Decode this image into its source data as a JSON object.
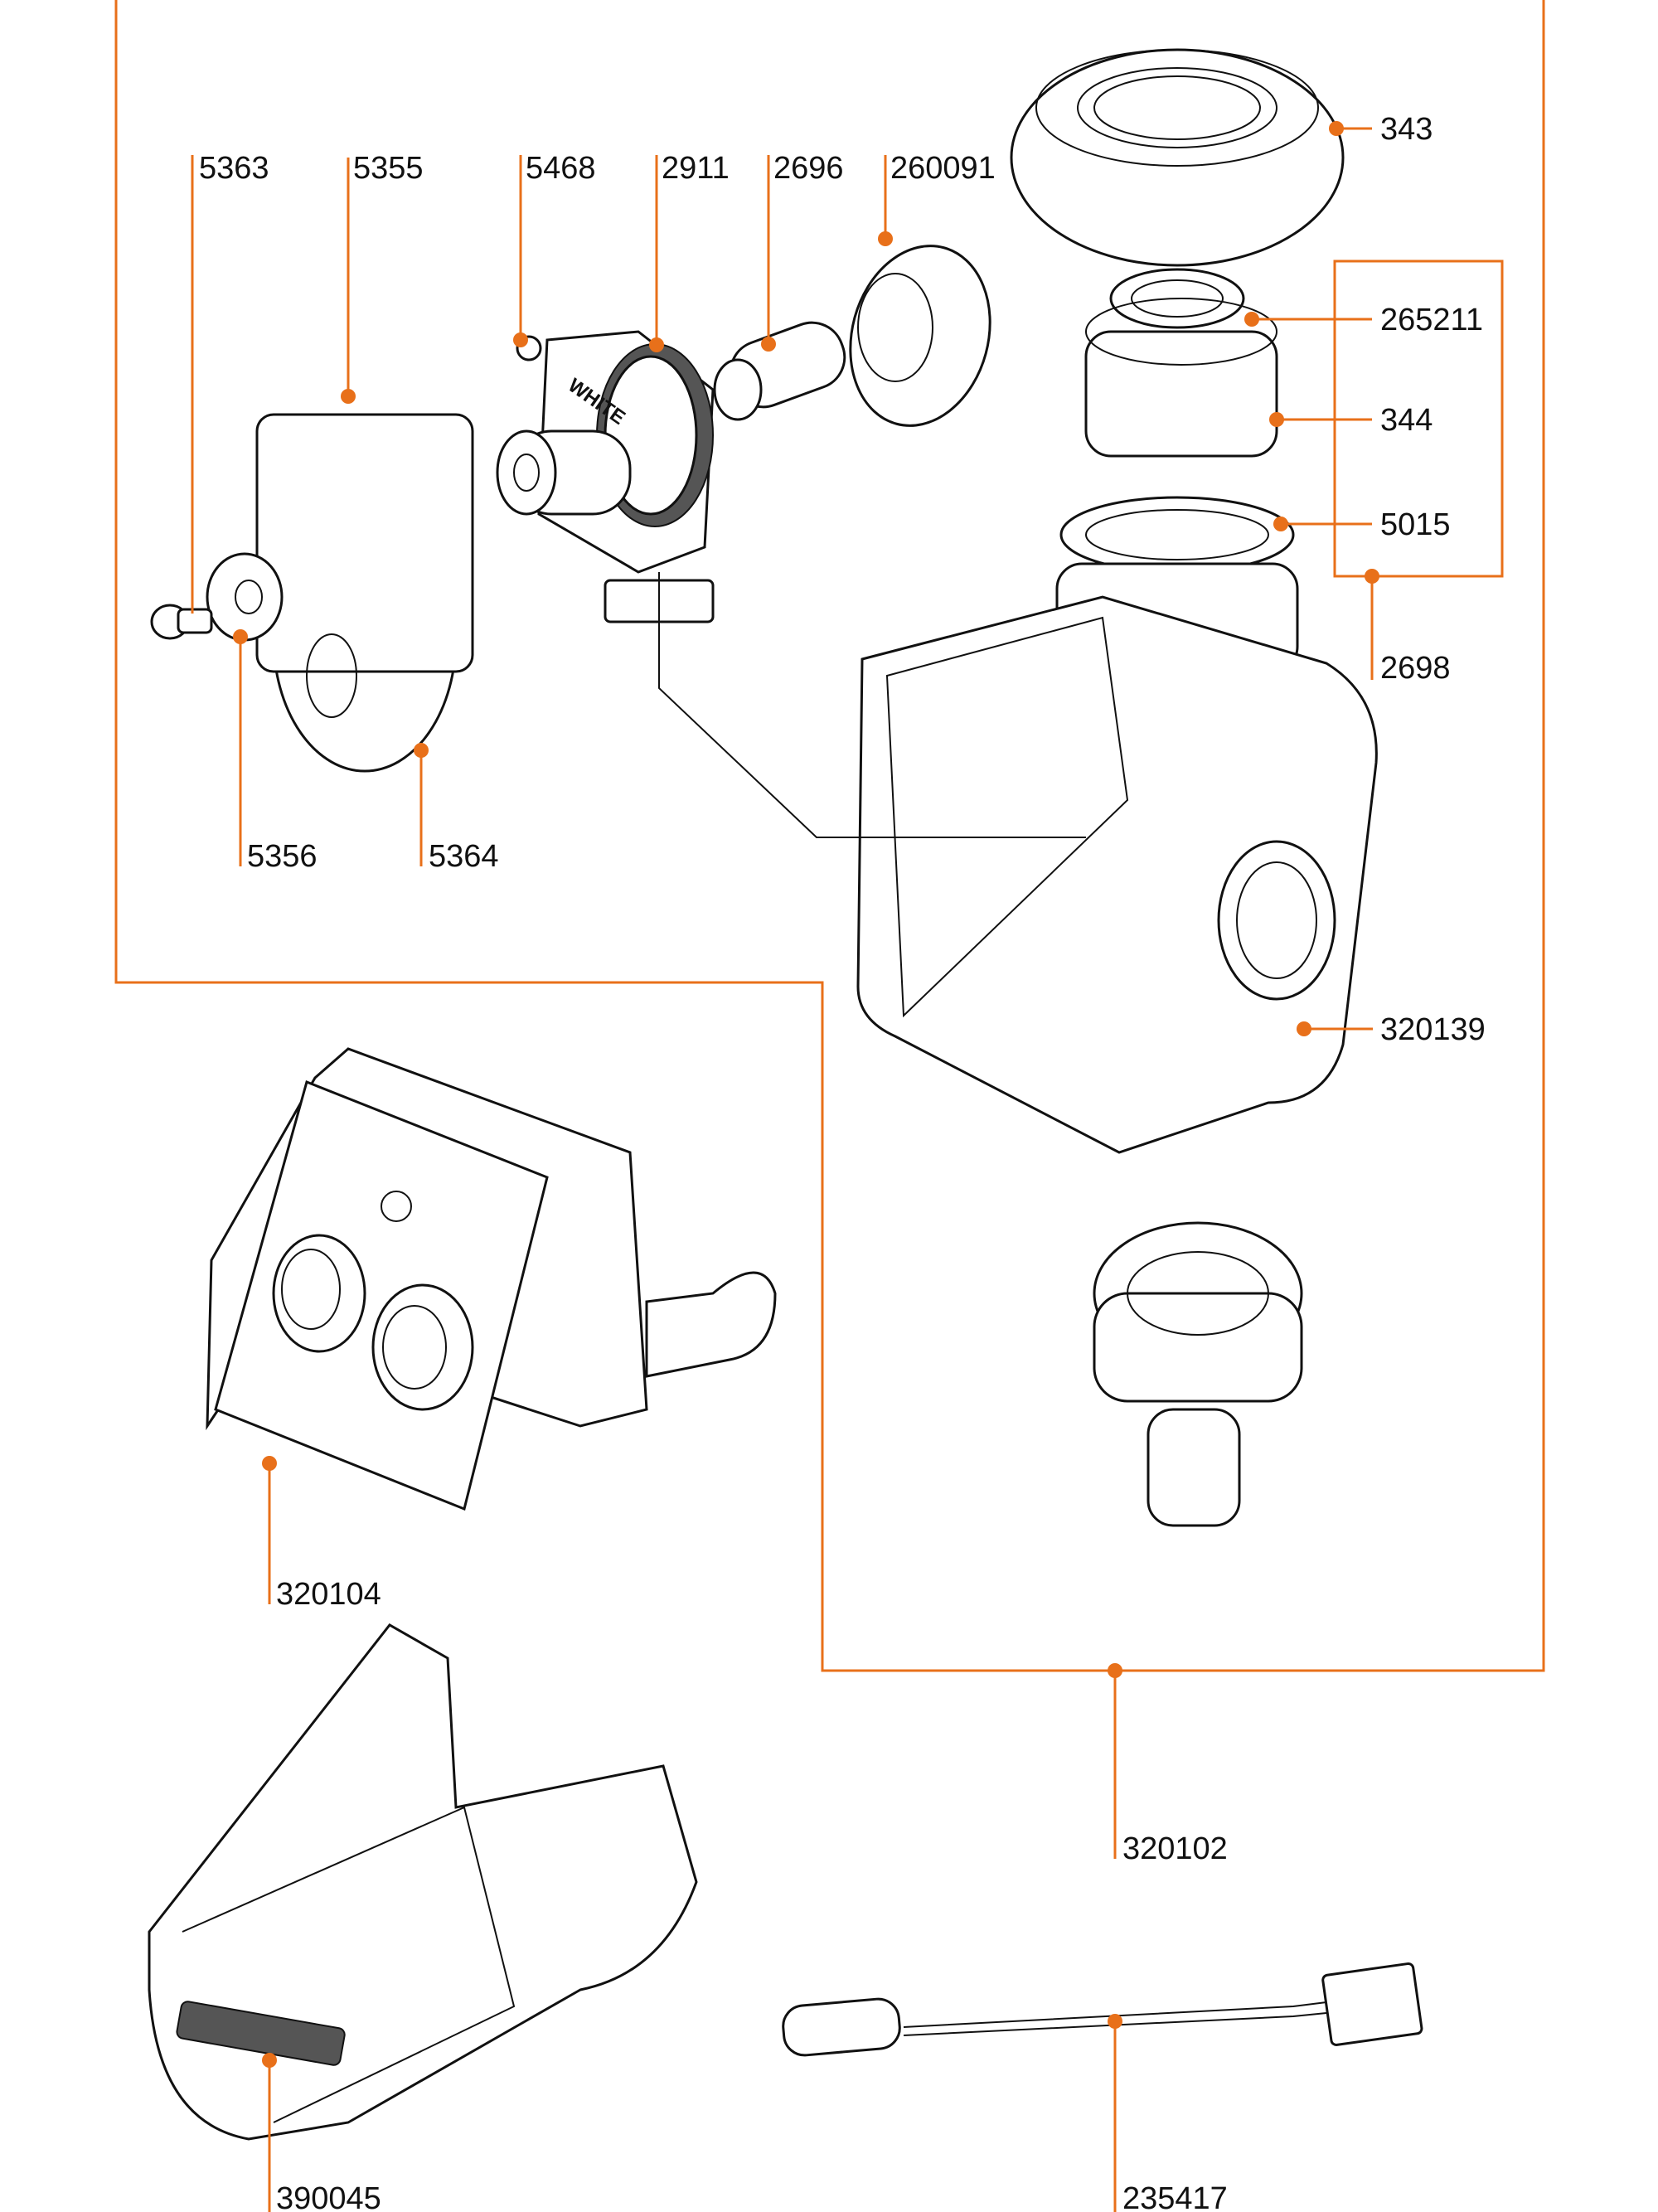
{
  "diagram": {
    "title": "Exploded parts view",
    "accent_color": "#e8701a",
    "valve_text": "WHITE",
    "parts": [
      {
        "id": "5363",
        "label": "5363"
      },
      {
        "id": "5355",
        "label": "5355"
      },
      {
        "id": "5468",
        "label": "5468"
      },
      {
        "id": "2911",
        "label": "2911"
      },
      {
        "id": "2696",
        "label": "2696"
      },
      {
        "id": "260091",
        "label": "260091"
      },
      {
        "id": "343",
        "label": "343"
      },
      {
        "id": "265211",
        "label": "265211"
      },
      {
        "id": "344",
        "label": "344"
      },
      {
        "id": "5015",
        "label": "5015"
      },
      {
        "id": "2698",
        "label": "2698"
      },
      {
        "id": "5356",
        "label": "5356"
      },
      {
        "id": "5364",
        "label": "5364"
      },
      {
        "id": "320139",
        "label": "320139"
      },
      {
        "id": "320104",
        "label": "320104"
      },
      {
        "id": "320102",
        "label": "320102"
      },
      {
        "id": "390045",
        "label": "390045"
      },
      {
        "id": "235417",
        "label": "235417"
      }
    ]
  }
}
